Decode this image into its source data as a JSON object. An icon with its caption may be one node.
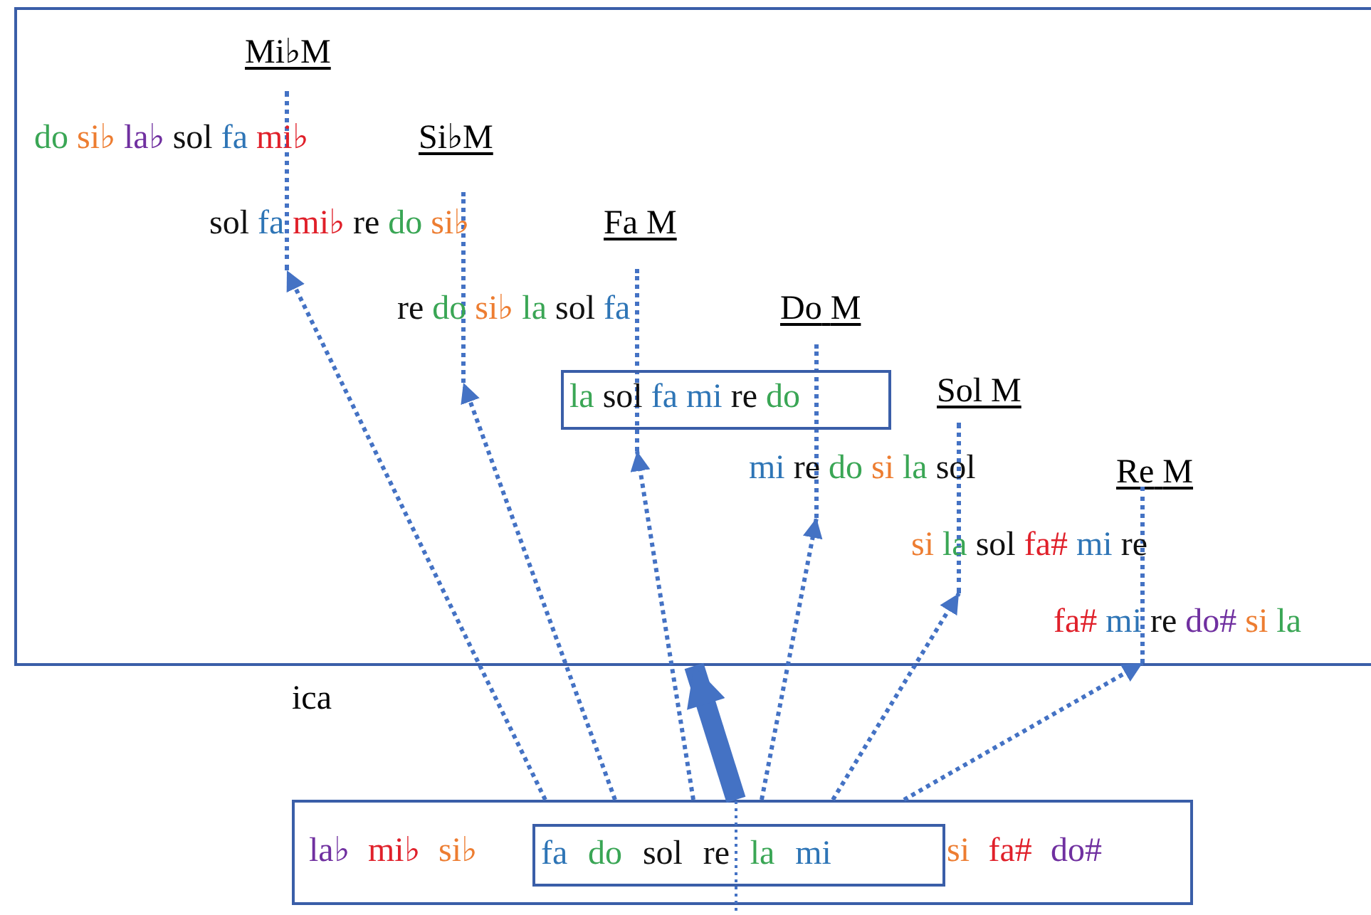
{
  "diagram": {
    "nodes": [
      {
        "text": [],
        "shape": "box"
      },
      {
        "text": [
          "Mi♭M"
        ],
        "in": 0
      },
      {
        "text": [],
        "shape": "line",
        "in": 0
      },
      {
        "text": [
          "do si♭ la♭ sol fa mi♭"
        ],
        "in": 0
      },
      {
        "text": [
          "Si♭M"
        ],
        "in": 0
      },
      {
        "text": [],
        "shape": "line",
        "in": 0
      },
      {
        "text": [
          "sol fa mi♭ re do si♭"
        ],
        "in": 0
      },
      {
        "text": [
          "Fa M"
        ],
        "in": 0
      },
      {
        "text": [],
        "shape": "line",
        "in": 0
      },
      {
        "text": [
          "re do si♭ la sol fa"
        ],
        "in": 0
      },
      {
        "text": [
          "Do M"
        ],
        "in": 0
      },
      {
        "text": [],
        "shape": "line",
        "in": 0
      },
      {
        "text": [
          "la sol fa mi re do"
        ],
        "in": 0
      },
      {
        "text": [
          "Sol M"
        ],
        "in": 0
      },
      {
        "text": [],
        "shape": "line",
        "in": 0
      },
      {
        "text": [
          "mi re do si la sol"
        ],
        "in": 0
      },
      {
        "text": [
          "Re M"
        ],
        "in": 0
      },
      {
        "text": [],
        "shape": "line",
        "in": 0
      },
      {
        "text": [
          "si la sol fa# mi re"
        ],
        "in": 0
      },
      {
        "text": [
          "fa# mi re do# si la"
        ],
        "in": 0
      },
      {
        "text": [
          "la♭ mi♭ si♭",
          "si fa# do#"
        ]
      },
      {
        "text": [
          "fa do sol re la mi"
        ],
        "in": 20
      }
    ],
    "edges": [
      {
        "from": 20,
        "to": 2,
        "arrow": "to",
        "style": "dashed"
      },
      {
        "from": 20,
        "to": 5,
        "arrow": "to",
        "style": "dashed"
      },
      {
        "from": 20,
        "to": 8,
        "arrow": "to",
        "style": "dashed"
      },
      {
        "from": 20,
        "to": 11,
        "arrow": "to",
        "style": "dashed"
      },
      {
        "from": 20,
        "to": 14,
        "arrow": "to",
        "style": "dashed"
      },
      {
        "from": 20,
        "to": 17,
        "arrow": "to",
        "style": "dashed"
      },
      {
        "from": 20,
        "to": 0,
        "arrow": "to",
        "style": "thick"
      }
    ],
    "labels": [
      "ica"
    ]
  }
}
